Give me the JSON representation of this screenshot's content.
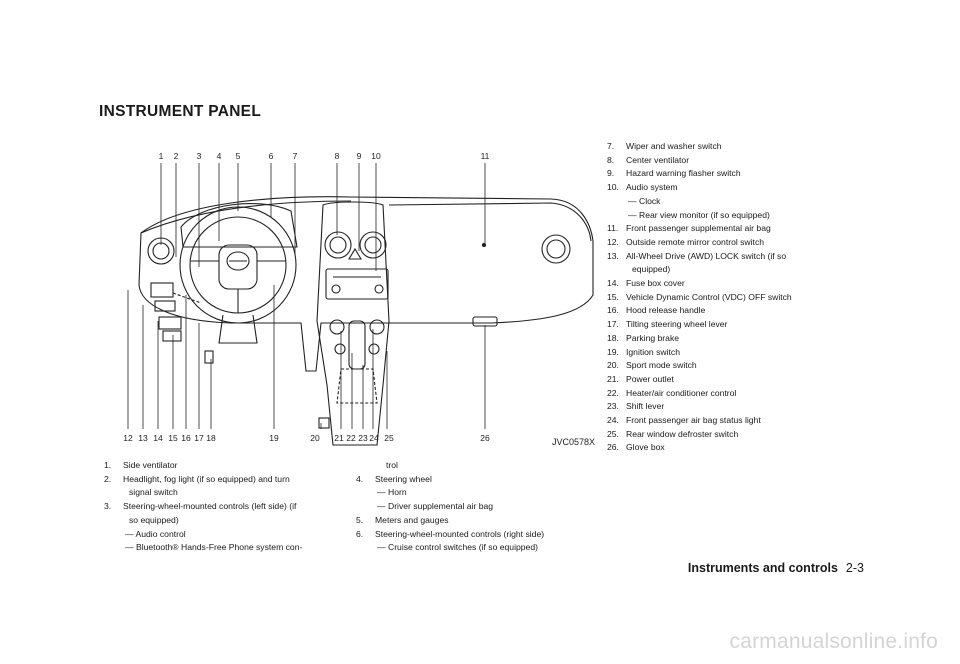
{
  "section_title": "INSTRUMENT PANEL",
  "figure": {
    "code": "JVC0578X",
    "top_callouts": [
      "1",
      "2",
      "3",
      "4",
      "5",
      "6",
      "7",
      "8",
      "9",
      "10",
      "11"
    ],
    "bottom_callouts": [
      "12",
      "13",
      "14",
      "15",
      "16",
      "17",
      "18",
      "19",
      "20",
      "21",
      "22",
      "23",
      "24",
      "25",
      "26"
    ]
  },
  "list_col1": [
    {
      "num": "1.",
      "text": "Side ventilator"
    },
    {
      "num": "2.",
      "text": "Headlight, fog light (if so equipped) and turn",
      "cont": "signal switch"
    },
    {
      "num": "3.",
      "text": "Steering-wheel-mounted controls (left side) (if",
      "cont": "so equipped)",
      "subs": [
        "— Audio control",
        "— Bluetooth® Hands-Free Phone system con-"
      ]
    }
  ],
  "list_col2_pre": "trol",
  "list_col2": [
    {
      "num": "4.",
      "text": "Steering wheel",
      "subs": [
        "— Horn",
        "— Driver supplemental air bag"
      ]
    },
    {
      "num": "5.",
      "text": "Meters and gauges"
    },
    {
      "num": "6.",
      "text": "Steering-wheel-mounted controls (right side)",
      "subs": [
        "— Cruise control switches (if so equipped)"
      ]
    }
  ],
  "list_col3": [
    {
      "num": "7.",
      "text": "Wiper and washer switch"
    },
    {
      "num": "8.",
      "text": "Center ventilator"
    },
    {
      "num": "9.",
      "text": "Hazard warning flasher switch"
    },
    {
      "num": "10.",
      "text": "Audio system",
      "subs": [
        "— Clock",
        "— Rear view monitor (if so equipped)"
      ]
    },
    {
      "num": "11.",
      "text": "Front passenger supplemental air bag"
    },
    {
      "num": "12.",
      "text": "Outside remote mirror control switch"
    },
    {
      "num": "13.",
      "text": "All-Wheel Drive (AWD) LOCK switch (if so",
      "cont": "equipped)"
    },
    {
      "num": "14.",
      "text": "Fuse box cover"
    },
    {
      "num": "15.",
      "text": "Vehicle Dynamic Control (VDC) OFF switch"
    },
    {
      "num": "16.",
      "text": "Hood release handle"
    },
    {
      "num": "17.",
      "text": "Tilting steering wheel lever"
    },
    {
      "num": "18.",
      "text": "Parking brake"
    },
    {
      "num": "19.",
      "text": "Ignition switch"
    },
    {
      "num": "20.",
      "text": "Sport mode switch"
    },
    {
      "num": "21.",
      "text": "Power outlet"
    },
    {
      "num": "22.",
      "text": "Heater/air conditioner control"
    },
    {
      "num": "23.",
      "text": "Shift lever"
    },
    {
      "num": "24.",
      "text": "Front passenger air bag status light"
    },
    {
      "num": "25.",
      "text": "Rear window defroster switch"
    },
    {
      "num": "26.",
      "text": "Glove box"
    }
  ],
  "footer": {
    "section": "Instruments and controls",
    "page": "2-3"
  },
  "watermark": "carmanualsonline.info"
}
